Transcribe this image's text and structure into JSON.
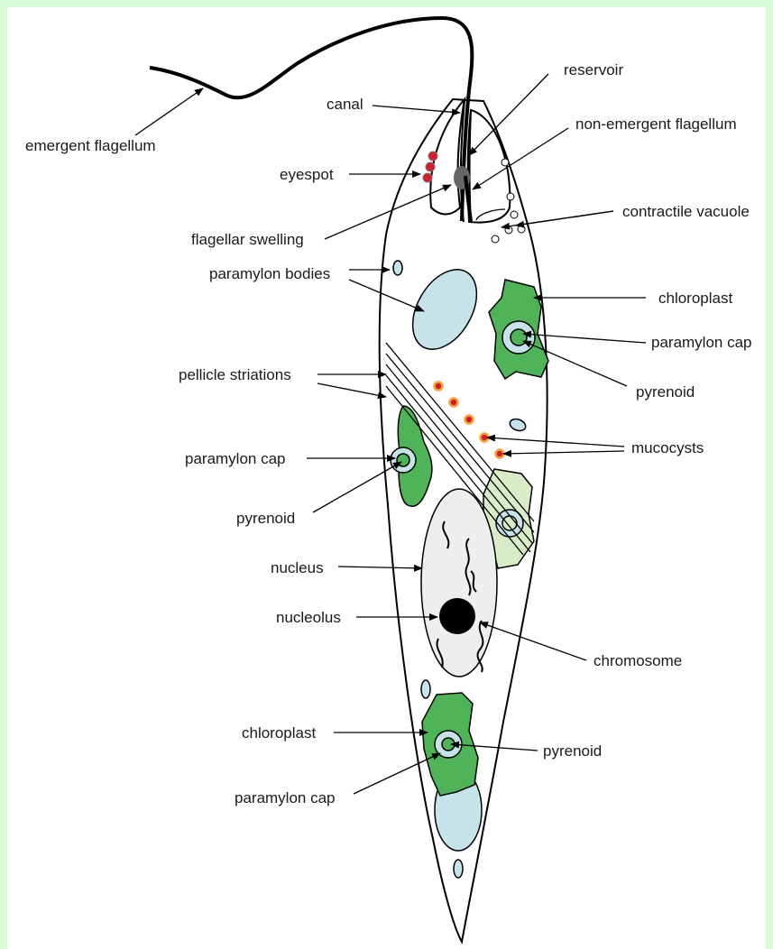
{
  "colors": {
    "background_border": "#d9fbd6",
    "chloroplast": "#4fb457",
    "chloroplast_light": "#d8ecc8",
    "paramylon": "#c7e3ea",
    "nucleus": "#eeeeee",
    "mucocyst_outer": "#f2a23a",
    "mucocyst_inner": "#d81c22",
    "eyespot": "#d81c2c"
  },
  "labels": {
    "emergent_flagellum": "emergent flagellum",
    "canal": "canal",
    "reservoir": "reservoir",
    "non_emergent_flagellum": "non-emergent flagellum",
    "eyespot": "eyespot",
    "contractile_vacuole": "contractile vacuole",
    "flagellar_swelling": "flagellar swelling",
    "paramylon_bodies": "paramylon bodies",
    "chloroplast_1": "chloroplast",
    "paramylon_cap_1": "paramylon cap",
    "pellicle_striations": "pellicle striations",
    "pyrenoid_1": "pyrenoid",
    "mucocysts": "mucocysts",
    "paramylon_cap_2": "paramylon cap",
    "pyrenoid_2": "pyrenoid",
    "nucleus": "nucleus",
    "nucleolus": "nucleolus",
    "chromosome": "chromosome",
    "chloroplast_2": "chloroplast",
    "pyrenoid_3": "pyrenoid",
    "paramylon_cap_3": "paramylon cap"
  }
}
